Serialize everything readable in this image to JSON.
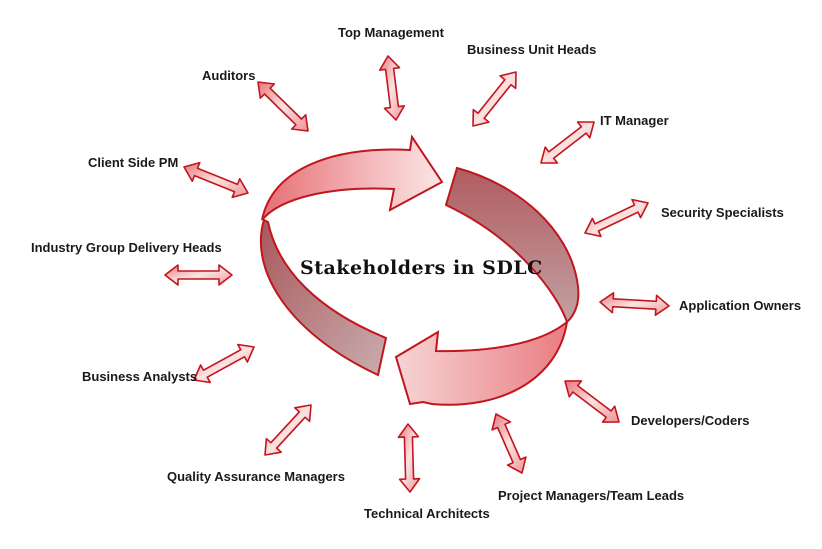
{
  "center": {
    "title": "Stakeholders in SDLC"
  },
  "stakeholders": [
    {
      "key": "top-management",
      "label": "Top Management"
    },
    {
      "key": "business-unit-heads",
      "label": "Business Unit Heads"
    },
    {
      "key": "it-manager",
      "label": "IT Manager"
    },
    {
      "key": "security-specialists",
      "label": "Security Specialists"
    },
    {
      "key": "application-owners",
      "label": "Application Owners"
    },
    {
      "key": "developers-coders",
      "label": "Developers/Coders"
    },
    {
      "key": "project-managers-team-leads",
      "label": "Project Managers/Team Leads"
    },
    {
      "key": "technical-architects",
      "label": "Technical Architects"
    },
    {
      "key": "quality-assurance-managers",
      "label": "Quality Assurance Managers"
    },
    {
      "key": "business-analysts",
      "label": "Business Analysts"
    },
    {
      "key": "industry-group-delivery-heads",
      "label": "Industry Group Delivery Heads"
    },
    {
      "key": "client-side-pm",
      "label": "Client Side PM"
    },
    {
      "key": "auditors",
      "label": "Auditors"
    }
  ],
  "colors": {
    "arrow_stroke": "#c0161d",
    "arrow_fill_light": "#fbe3e3",
    "arrow_fill_mid": "#ee8f92",
    "cycle_dark": "#b56a6d",
    "cycle_light": "#f6dada"
  }
}
